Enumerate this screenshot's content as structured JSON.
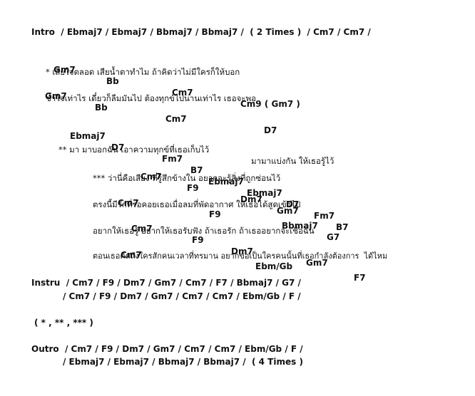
{
  "sheet": {
    "intro": "Intro  / Ebmaj7 / Ebmaj7 / Bbmaj7 / Bbmaj7 /  ( 2 Times )  / Cm7 / Cm7 /",
    "v1_c1": [
      "Gm7",
      "Bb",
      "Cm7",
      "Cm9 ( Gm7 )"
    ],
    "v1_l1": "* เสียใจตลอด เสียน้ำตาทำไม ถ้าคิดว่าไม่มีใครก็ให้บอก",
    "v1_c2": [
      "Gm7",
      "Bb",
      "Cm7",
      "D7"
    ],
    "v1_l2": "ช้ำใจเท่าไร เดี๋ยวก็ลืมมันไป ต้องทุกข์ไปนานเท่าไร เธอจะพอ",
    "pre_c": [
      "Ebmaj7",
      "D7",
      "Fm7",
      "B7",
      "Ebmaj7",
      "Ebmaj7",
      "D7",
      "Fm7",
      "B7"
    ],
    "pre_l": [
      "** มา มาบอกฉัน เอาความทุกข์ที่เธอเก็บไว้",
      "มามาแบ่งกัน ให้เธอรู้ไว้"
    ],
    "ch_c1": [
      "Cm7",
      "F9",
      "Dm7",
      "Gm7"
    ],
    "ch_l1": "*** ว่านี่คือเสียง ที่รู้สึกข้างใน อยากจะรู้สิ่งที่ถูกซ่อนไว้",
    "ch_c2": [
      "Cm7",
      "F9",
      "Bbmaj7",
      "G7"
    ],
    "ch_l2": "ตรงนี้มีรักที่รอคอยเธอเมื่อลมที่พัดอากาศ ให้เธอได้สูดเข้าไป",
    "ch_c3": [
      "Cm7",
      "F9",
      "Dm7",
      "Gm7"
    ],
    "ch_l3": "อยากให้เธอรู้ อยากให้เธอรับฟัง ถ้าเธอรัก ถ้าเธออยากจะเชื่อฉัน",
    "ch_c4": [
      "Cm7",
      "Ebm/Gb",
      "F7"
    ],
    "ch_l4": "ตอนเธอคิดถึงใครสักคนเวลาที่ทรมาน อยากขอเป็นใครคนนั้นที่เธอกำลังต้องการ  ได้ไหม",
    "instru1": "Instru  / Cm7 / F9 / Dm7 / Gm7 / Cm7 / F7 / Bbmaj7 / G7 /",
    "instru2": "/ Cm7 / F9 / Dm7 / Gm7 / Cm7 / Cm7 / Ebm/Gb / F /",
    "repeat": "( * , ** , *** )",
    "outro1": "Outro  / Cm7 / F9 / Dm7 / Gm7 / Cm7 / Cm7 / Ebm/Gb / F /",
    "outro2": "/ Ebmaj7 / Ebmaj7 / Bbmaj7 / Bbmaj7 /  ( 4 Times )"
  }
}
